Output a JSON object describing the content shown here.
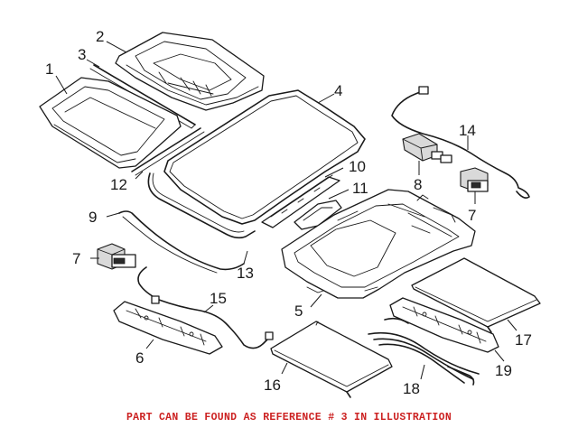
{
  "callouts": [
    "1",
    "2",
    "3",
    "4",
    "5",
    "6",
    "7",
    "7",
    "8",
    "9",
    "10",
    "11",
    "12",
    "13",
    "14",
    "15",
    "16",
    "17",
    "18",
    "19"
  ],
  "footer": {
    "text": "PART CAN BE FOUND AS REFERENCE # 3 IN ILLUSTRATION",
    "color": "#cc2222"
  }
}
